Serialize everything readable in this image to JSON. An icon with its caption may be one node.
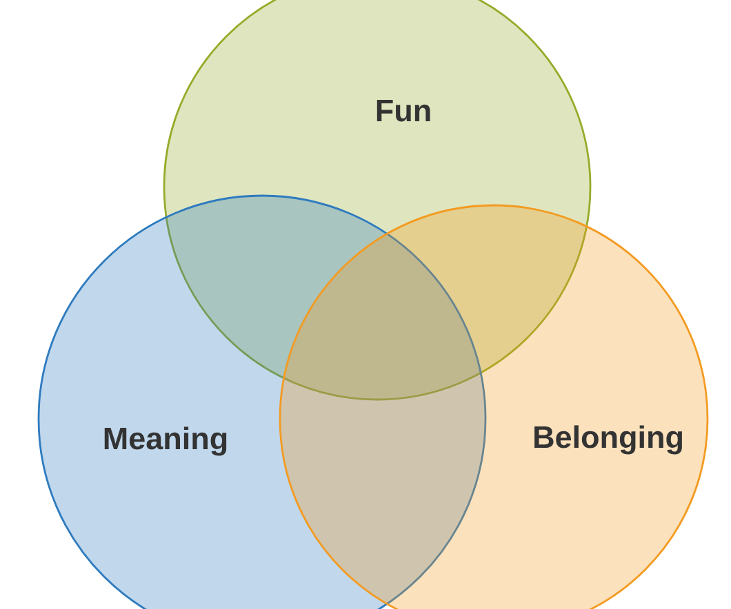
{
  "diagram": {
    "nodes": [
      {
        "text": [
          "Fun"
        ]
      },
      {
        "text": [
          "Meaning"
        ]
      },
      {
        "text": [
          "Belonging"
        ]
      }
    ]
  }
}
